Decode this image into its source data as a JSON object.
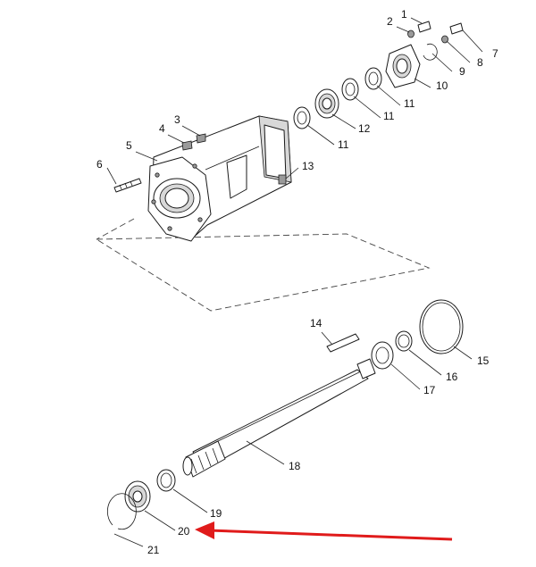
{
  "callouts": [
    "1",
    "2",
    "3",
    "4",
    "5",
    "6",
    "7",
    "8",
    "9",
    "10",
    "11",
    "11",
    "11",
    "12",
    "13",
    "14",
    "15",
    "16",
    "17",
    "18",
    "19",
    "20",
    "21"
  ],
  "highlight_color": "#e01b1b",
  "highlighted_part": "20"
}
